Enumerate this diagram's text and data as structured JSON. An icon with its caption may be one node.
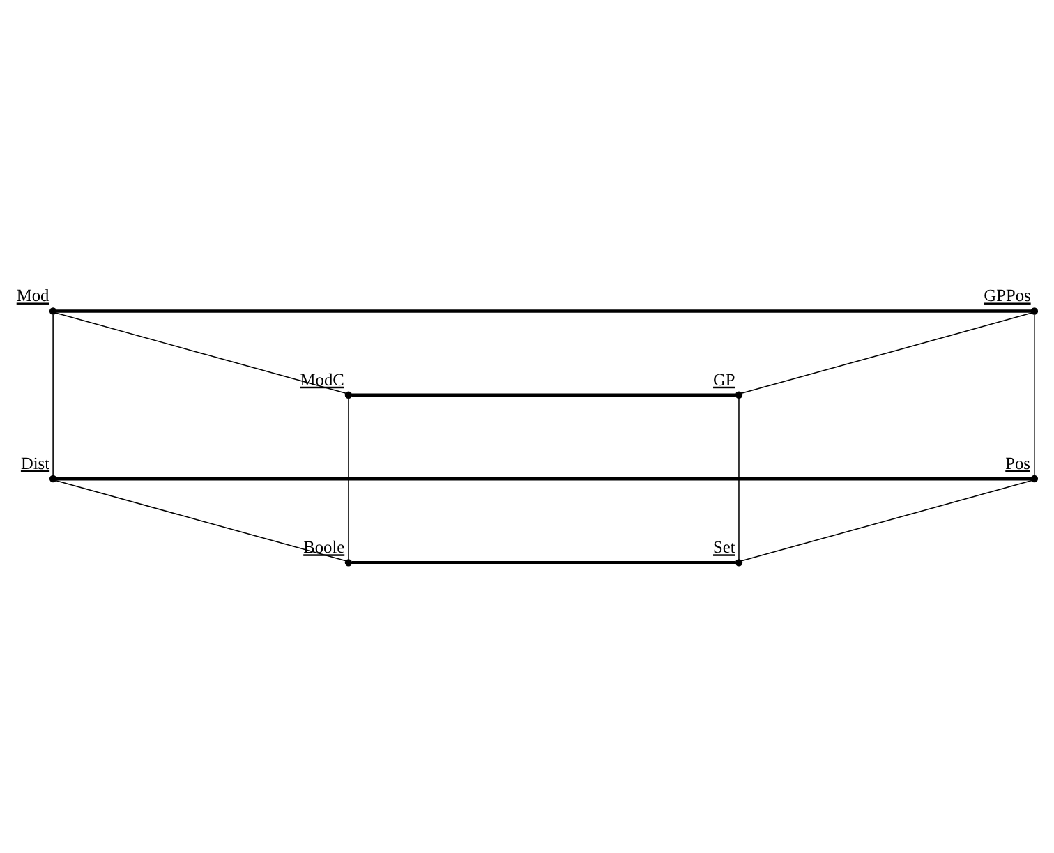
{
  "diagram": {
    "nodes": [
      {
        "text": [
          "Mod"
        ]
      },
      {
        "text": [
          "GPPos"
        ]
      },
      {
        "text": [
          "ModC"
        ]
      },
      {
        "text": [
          "GP"
        ]
      },
      {
        "text": [
          "Dist"
        ]
      },
      {
        "text": [
          "Pos"
        ]
      },
      {
        "text": [
          "Boole"
        ]
      },
      {
        "text": [
          "Set"
        ]
      }
    ],
    "edges": [
      {
        "from": 0,
        "to": 1,
        "arrow": "none",
        "style": "thick"
      },
      {
        "from": 2,
        "to": 3,
        "arrow": "none",
        "style": "thick"
      },
      {
        "from": 4,
        "to": 5,
        "arrow": "none",
        "style": "thick"
      },
      {
        "from": 6,
        "to": 7,
        "arrow": "none",
        "style": "thick"
      },
      {
        "from": 0,
        "to": 2,
        "arrow": "none"
      },
      {
        "from": 1,
        "to": 3,
        "arrow": "none"
      },
      {
        "from": 4,
        "to": 6,
        "arrow": "none"
      },
      {
        "from": 5,
        "to": 7,
        "arrow": "none"
      },
      {
        "from": 0,
        "to": 4,
        "arrow": "none"
      },
      {
        "from": 1,
        "to": 5,
        "arrow": "none"
      },
      {
        "from": 2,
        "to": 6,
        "arrow": "none"
      },
      {
        "from": 3,
        "to": 7,
        "arrow": "none"
      }
    ]
  }
}
